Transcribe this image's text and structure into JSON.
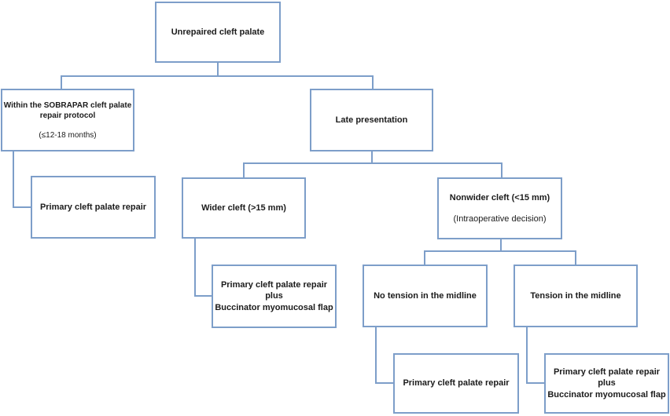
{
  "figure": {
    "type": "flowchart",
    "background_color": "#ffffff",
    "line_color": "#7d9ec9",
    "text_color": "#1b1b1b",
    "nodes": {
      "unrepaired": {
        "label": "Unrepaired cleft palate"
      },
      "protocol": {
        "title_lines": [
          "Within the SOBRAPAR cleft palate",
          "repair protocol"
        ],
        "note": "(≤12-18 months)"
      },
      "late_presentation": {
        "label": "Late presentation"
      },
      "protocol_treatment": {
        "label": "Primary cleft palate repair"
      },
      "wider_cleft": {
        "label": "Wider cleft (>15 mm)"
      },
      "nonwider_cleft": {
        "label": "Nonwider cleft (<15 mm)",
        "note": "(Intraoperative decision)"
      },
      "wider_treatment": {
        "lines": [
          "Primary cleft palate repair",
          "plus",
          "Buccinator myomucosal flap"
        ]
      },
      "no_tension": {
        "label": "No tension in the midline"
      },
      "tension": {
        "label": "Tension in the midline"
      },
      "no_tension_treatment": {
        "label": "Primary cleft palate repair"
      },
      "tension_treatment": {
        "lines": [
          "Primary cleft palate repair",
          "plus",
          "Buccinator myomucosal flap"
        ]
      }
    }
  }
}
